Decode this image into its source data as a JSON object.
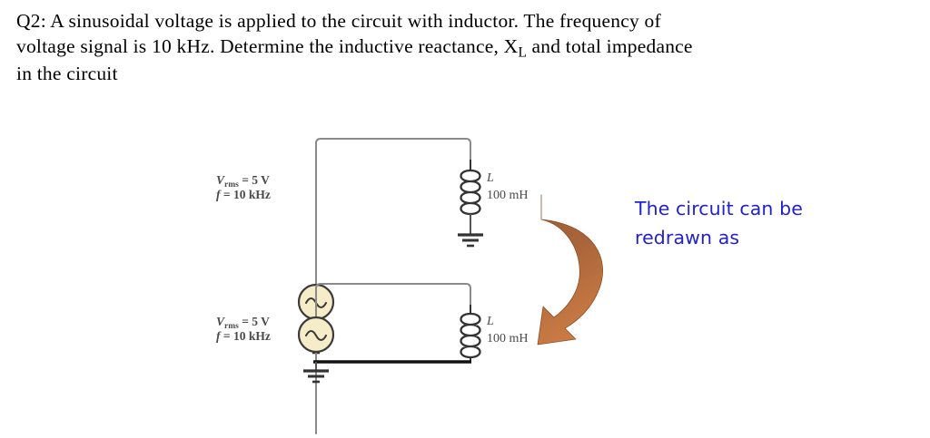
{
  "question": {
    "prefix": "Q2:",
    "line1_a": "Q2: A sinusoidal voltage is applied to the circuit with inductor. The frequency  of",
    "line2_a": "voltage signal is 10 kHz. Determine the inductive reactance, X",
    "line2_sub": "L",
    "line2_b": " and total impedance",
    "line3": "in the circuit",
    "full_text": "Q2: A sinusoidal voltage is applied to the circuit with inductor. The frequency of voltage signal is 10 kHz. Determine the inductive reactance, XL and total impedance in the circuit"
  },
  "annotation": {
    "line1": "The circuit can be",
    "line2": "redrawn as",
    "color": "#2222cc"
  },
  "arrow": {
    "name": "curved-arrow",
    "fill_top": "#9c5b33",
    "fill_bottom": "#c8763f",
    "direction": "down-left"
  },
  "circuits": [
    {
      "id": "circuit-original",
      "source": {
        "label_v": "V",
        "label_v_sub": "rms",
        "label_v_value": " = 5 V",
        "label_f": "f",
        "label_f_value": " = 10 kHz",
        "symbol": "ac-voltage-source",
        "fill": "#f7ecc8",
        "stroke": "#3b3b3b"
      },
      "inductor": {
        "label": "L",
        "value": "100 mH",
        "symbol": "inductor-coil"
      },
      "grounds": 2,
      "bottom_wire": false
    },
    {
      "id": "circuit-redrawn",
      "source": {
        "label_v": "V",
        "label_v_sub": "rms",
        "label_v_value": " = 5 V",
        "label_f": "f",
        "label_f_value": " = 10 kHz",
        "symbol": "ac-voltage-source",
        "fill": "#f7ecc8",
        "stroke": "#3b3b3b"
      },
      "inductor": {
        "label": "L",
        "value": "100 mH",
        "symbol": "inductor-coil"
      },
      "grounds": 1,
      "bottom_wire": true
    }
  ],
  "colors": {
    "wire_thin": "#8a8a8a",
    "wire_thick": "#111111",
    "source_fill": "#f7ecc8",
    "source_stroke": "#3b3b3b",
    "text": "#4a4a4a",
    "arrow_brown": "#b06a37",
    "annotation_blue": "#2222cc"
  }
}
